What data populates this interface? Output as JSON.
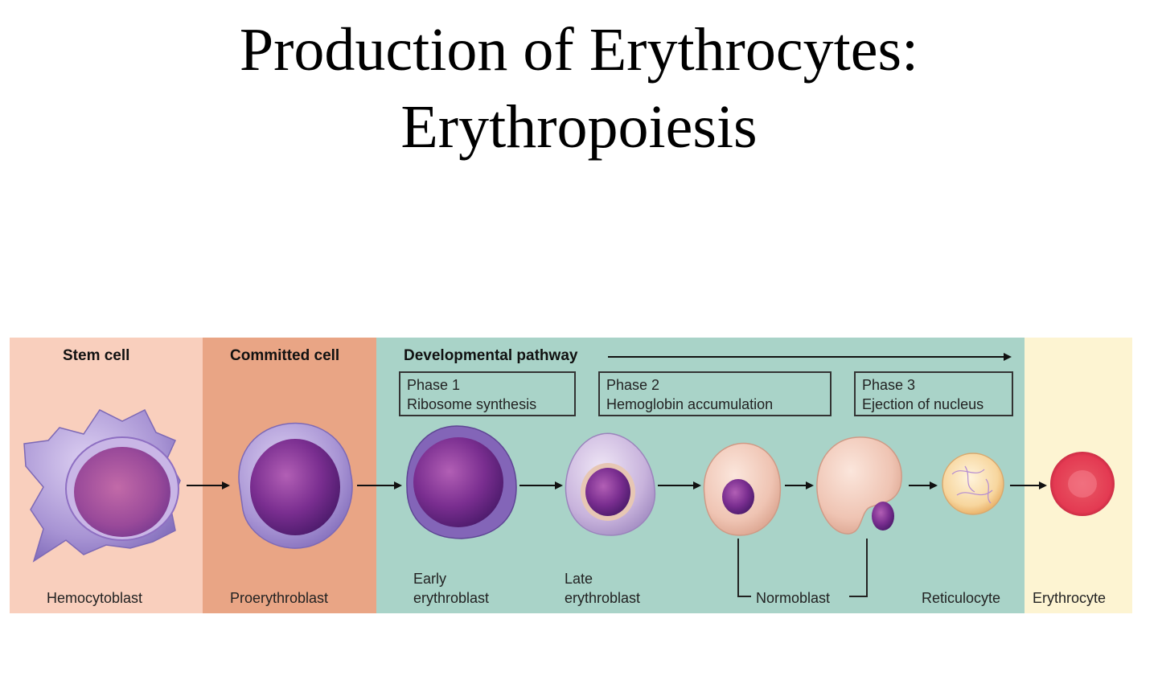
{
  "title": {
    "line1": "Production of Erythrocytes:",
    "line2": "Erythropoiesis"
  },
  "headers": {
    "stem": "Stem cell",
    "committed": "Committed cell",
    "developmental": "Developmental pathway"
  },
  "phases": [
    {
      "title": "Phase 1",
      "desc": "Ribosome synthesis"
    },
    {
      "title": "Phase 2",
      "desc": "Hemoglobin accumulation"
    },
    {
      "title": "Phase 3",
      "desc": "Ejection of nucleus"
    }
  ],
  "cells": {
    "hemocytoblast": "Hemocytoblast",
    "proerythroblast": "Proerythroblast",
    "early_line1": "Early",
    "early_line2": "erythroblast",
    "late_line1": "Late",
    "late_line2": "erythroblast",
    "normoblast": "Normoblast",
    "reticulocyte": "Reticulocyte",
    "erythrocyte": "Erythrocyte"
  },
  "colors": {
    "stem_bg": "#f9cfbd",
    "committed_bg": "#e9a585",
    "developmental_bg": "#a9d3c8",
    "erythrocyte_bg": "#fdf4d2"
  }
}
